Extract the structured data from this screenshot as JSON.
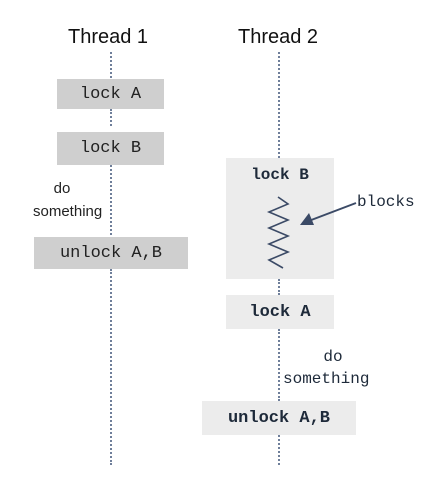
{
  "thread1": {
    "title": "Thread 1",
    "lock_a": "lock A",
    "lock_b": "lock B",
    "do_line1": "do",
    "do_line2": "something",
    "unlock": "unlock A,B"
  },
  "thread2": {
    "title": "Thread 2",
    "lock_b": "lock B",
    "blocks_label": "blocks",
    "lock_a": "lock A",
    "do_line1": "do",
    "do_line2": "something",
    "unlock": "unlock A,B"
  },
  "colors": {
    "thread1_box": "#cfcfcf",
    "thread2_box": "#ececec",
    "dotted_line": "#6f7f9a",
    "zigzag": "#3b4a66"
  }
}
